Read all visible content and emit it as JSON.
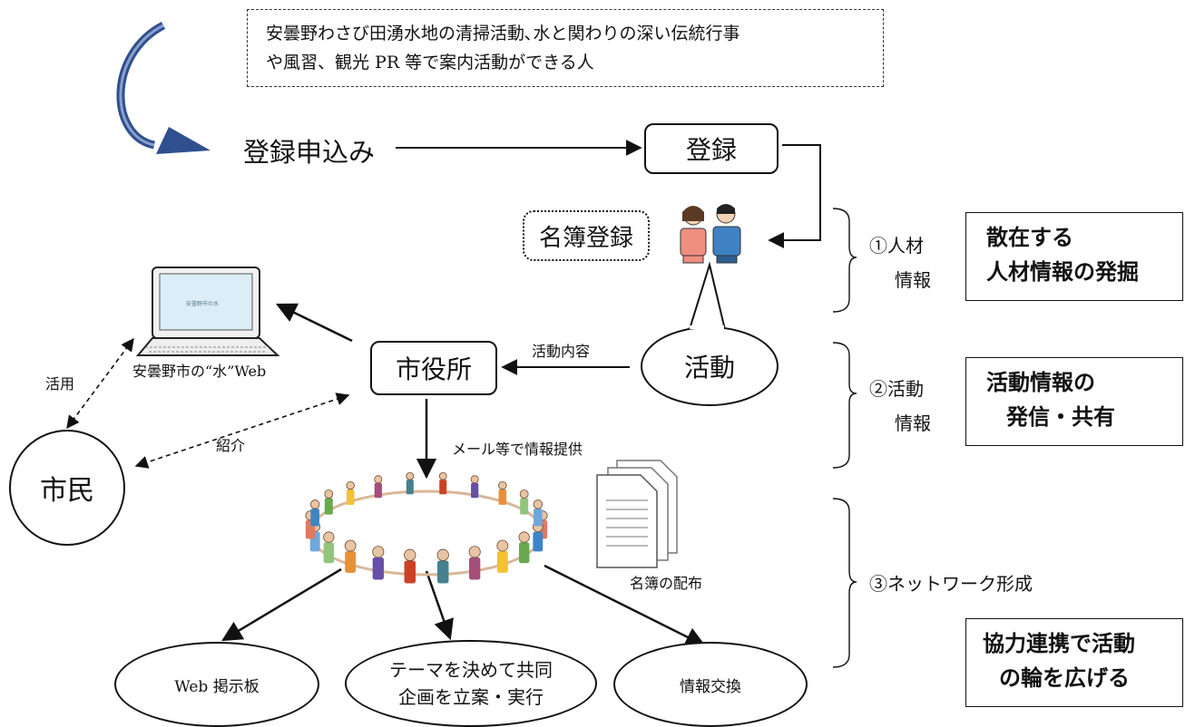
{
  "header_note": {
    "line1": "安曇野わさび田湧水地の清掃活動､水と関わりの深い伝統行事",
    "line2": "や風習、観光 PR 等で案内活動ができる人"
  },
  "flow": {
    "apply": "登録申込み",
    "register": "登録",
    "roster_registration": "名簿登録",
    "activity": "活動",
    "city_hall": "市役所",
    "activity_content": "活動内容",
    "citizen": "市民",
    "use": "活用",
    "introduce": "紹介",
    "mail_info": "メール等で情報提供",
    "web_site": "安曇野市の“水”Web",
    "roster_distribution": "名簿の配布",
    "laptop_screen_text": "安曇野市の水"
  },
  "outcomes": {
    "web_board": "Web 掲示板",
    "joint_plan_line1": "テーマを決めて共同",
    "joint_plan_line2": "企画を立案・実行",
    "info_exchange": "情報交換"
  },
  "stages": [
    {
      "label_line1": "①人材",
      "label_line2": "情報",
      "box_line1": "散在する",
      "box_line2": "人材情報の発掘"
    },
    {
      "label_line1": "②活動",
      "label_line2": "情報",
      "box_line1": "活動情報の",
      "box_line2": "発信・共有"
    },
    {
      "label_line1": "③ネットワーク形成",
      "box_line1": "協力連携で活動",
      "box_line2": "の輪を広げる"
    }
  ],
  "colors": {
    "curve_arrow": "#2f4f8f",
    "line": "#111111"
  }
}
